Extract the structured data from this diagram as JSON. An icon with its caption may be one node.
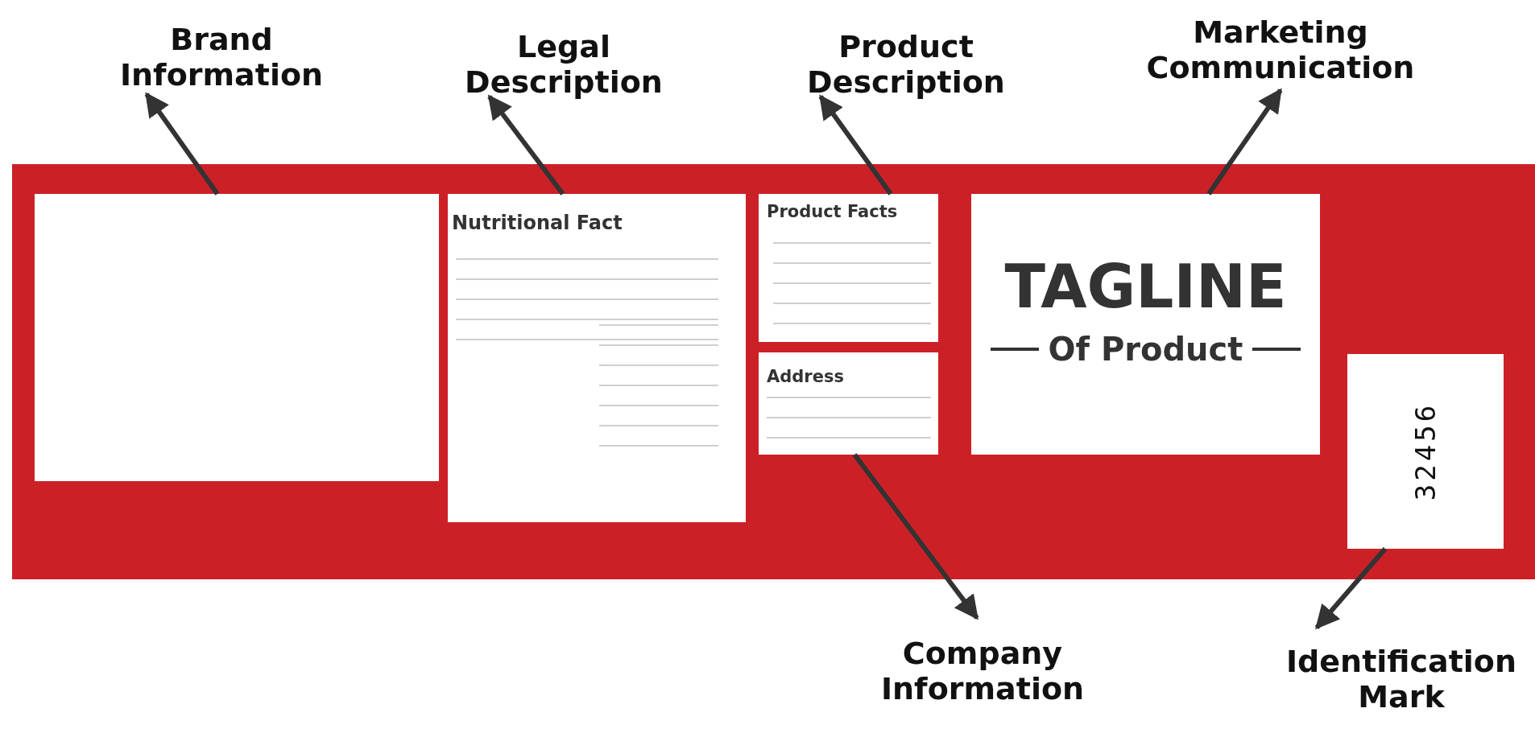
{
  "diagram": {
    "nodes": [
      {
        "text": [
          "Brand Information"
        ]
      },
      {
        "text": [
          "Legal Description"
        ]
      },
      {
        "text": [
          "Product Description"
        ]
      },
      {
        "text": [
          "Marketing Communication"
        ]
      },
      {
        "text": [],
        "shape": "box"
      },
      {
        "text": [],
        "shape": "box",
        "in": 4
      },
      {
        "text": [
          "Nutritional Fact"
        ],
        "in": 4
      },
      {
        "text": [
          "Product Facts"
        ],
        "in": 4
      },
      {
        "text": [
          "Address"
        ],
        "in": 4
      },
      {
        "text": [
          "TAGLINE",
          "Of Product"
        ],
        "in": 4
      },
      {
        "text": [
          "32456"
        ],
        "in": 4
      },
      {
        "text": [
          "Company Information"
        ]
      },
      {
        "text": [
          "Identification Mark"
        ]
      }
    ],
    "edges": [
      {
        "from": 5,
        "to": 0,
        "arrow": "to"
      },
      {
        "from": 6,
        "to": 1,
        "arrow": "to"
      },
      {
        "from": 7,
        "to": 2,
        "arrow": "to"
      },
      {
        "from": 9,
        "to": 3,
        "arrow": "to"
      },
      {
        "from": 8,
        "to": 11,
        "arrow": "to"
      },
      {
        "from": 10,
        "to": 12,
        "arrow": "to"
      }
    ]
  }
}
